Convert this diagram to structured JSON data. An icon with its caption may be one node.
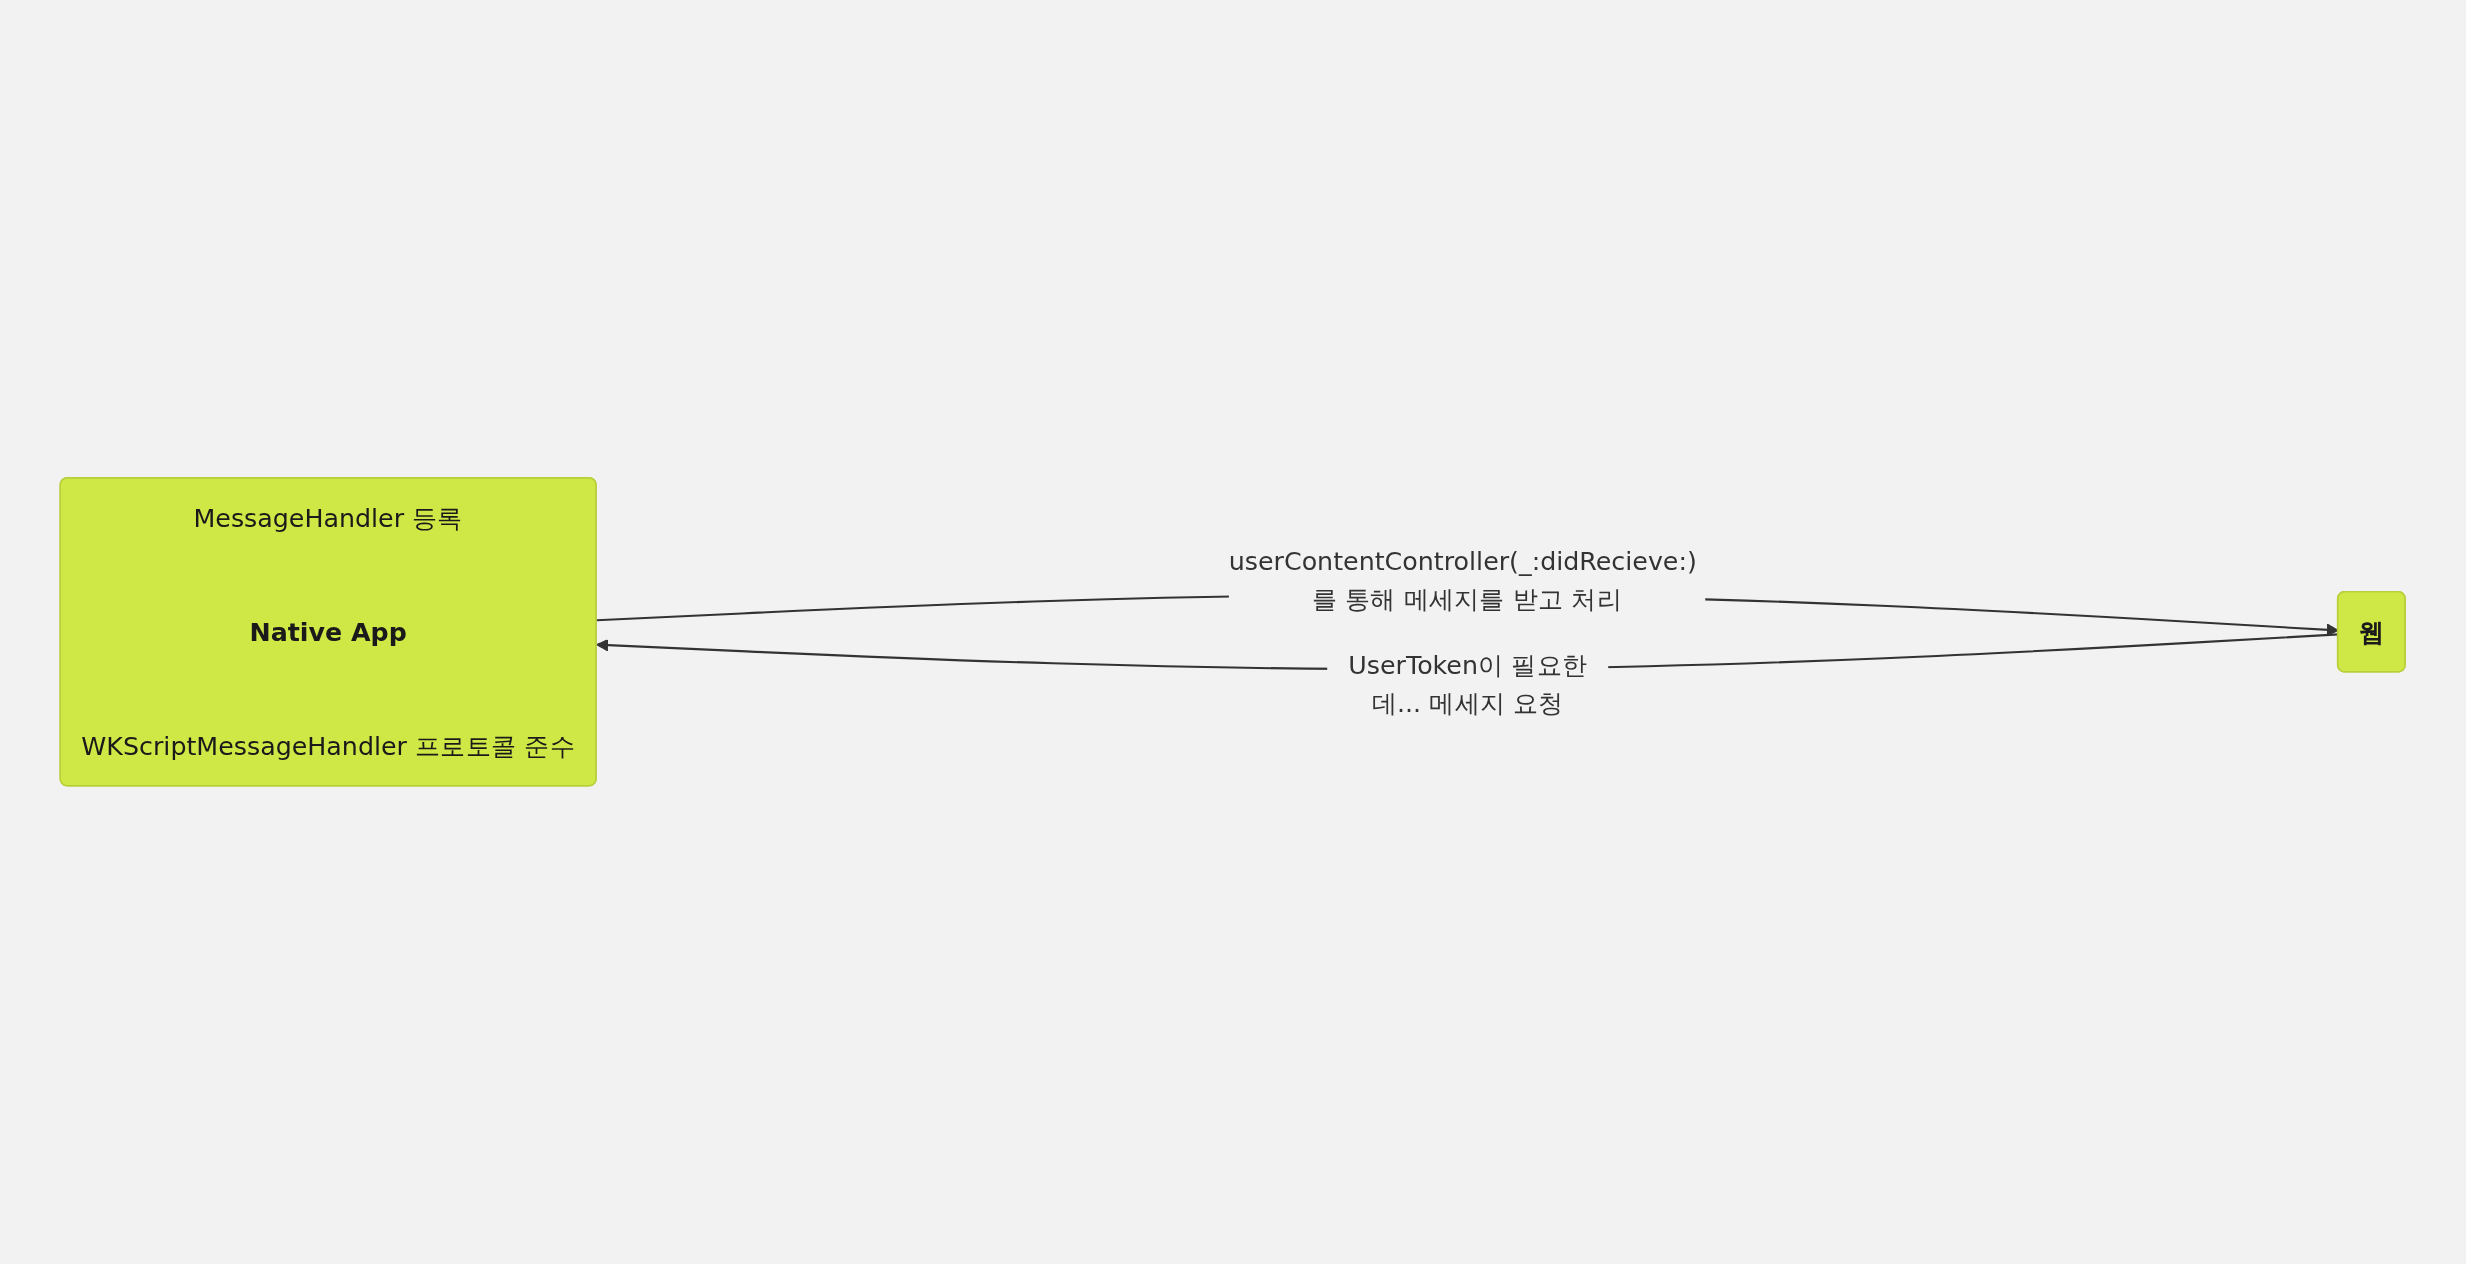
{
  "diagram": {
    "nodes": [
      {
        "text": [
          "MessageHandler 등록",
          "Native App",
          "WKScriptMessageHandler 프로토콜 준수"
        ]
      },
      {
        "text": [
          "웹"
        ]
      }
    ],
    "edges": [
      {
        "from": 1,
        "to": 0,
        "arrow": "to",
        "label": "UserToken이 필요한데... 메세지 요청"
      },
      {
        "from": 0,
        "to": 1,
        "arrow": "to",
        "label": "userContentController(_:didRecieve:) 를 통해 메세지를 받고 처리"
      }
    ]
  }
}
